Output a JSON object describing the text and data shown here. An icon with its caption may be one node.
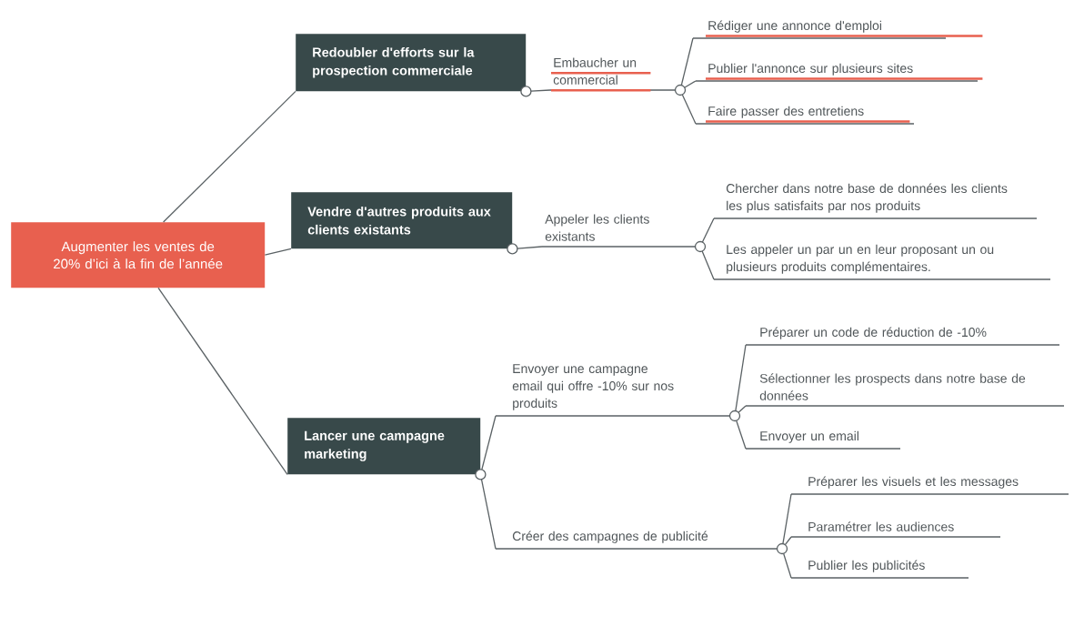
{
  "diagram": {
    "nodes": [
      {
        "text": [
          "Augmenter les ventes de 20% d’ici à la fin de l’année"
        ]
      },
      {
        "text": [
          "Redoubler d'efforts sur la prospection commerciale"
        ]
      },
      {
        "text": [
          "Vendre d'autres produits aux clients existants"
        ]
      },
      {
        "text": [
          "Lancer une campagne marketing"
        ]
      },
      {
        "text": [
          "Embaucher un commercial"
        ]
      },
      {
        "text": [
          "Rédiger une annonce d'emploi"
        ]
      },
      {
        "text": [
          "Publier l'annonce sur plusieurs sites"
        ]
      },
      {
        "text": [
          "Faire passer des entretiens"
        ]
      },
      {
        "text": [
          "Appeler les clients existants"
        ]
      },
      {
        "text": [
          "Chercher dans notre base de données les clients les plus satisfaits par nos produits"
        ]
      },
      {
        "text": [
          "Les appeler un par un en leur proposant un ou plusieurs produits complémentaires."
        ]
      },
      {
        "text": [
          "Envoyer une campagne email qui offre -10% sur nos produits"
        ]
      },
      {
        "text": [
          "Préparer un code de réduction de -10%"
        ]
      },
      {
        "text": [
          "Sélectionner les prospects dans notre base de données"
        ]
      },
      {
        "text": [
          "Envoyer un email"
        ]
      },
      {
        "text": [
          "Créer des campagnes de publicité"
        ]
      },
      {
        "text": [
          "Préparer les visuels et les messages"
        ]
      },
      {
        "text": [
          "Paramétrer les audiences"
        ]
      },
      {
        "text": [
          "Publier les publicités"
        ]
      }
    ],
    "edges": [
      {
        "from": 0,
        "to": 1,
        "arrow": "none"
      },
      {
        "from": 0,
        "to": 2,
        "arrow": "none"
      },
      {
        "from": 0,
        "to": 3,
        "arrow": "none"
      },
      {
        "from": 1,
        "to": 4,
        "arrow": "none"
      },
      {
        "from": 4,
        "to": 5,
        "arrow": "none"
      },
      {
        "from": 4,
        "to": 6,
        "arrow": "none"
      },
      {
        "from": 4,
        "to": 7,
        "arrow": "none"
      },
      {
        "from": 2,
        "to": 8,
        "arrow": "none"
      },
      {
        "from": 8,
        "to": 9,
        "arrow": "none"
      },
      {
        "from": 8,
        "to": 10,
        "arrow": "none"
      },
      {
        "from": 3,
        "to": 11,
        "arrow": "none"
      },
      {
        "from": 3,
        "to": 15,
        "arrow": "none"
      },
      {
        "from": 11,
        "to": 12,
        "arrow": "none"
      },
      {
        "from": 11,
        "to": 13,
        "arrow": "none"
      },
      {
        "from": 11,
        "to": 14,
        "arrow": "none"
      },
      {
        "from": 15,
        "to": 16,
        "arrow": "none"
      },
      {
        "from": 15,
        "to": 17,
        "arrow": "none"
      },
      {
        "from": 15,
        "to": 18,
        "arrow": "none"
      }
    ]
  }
}
